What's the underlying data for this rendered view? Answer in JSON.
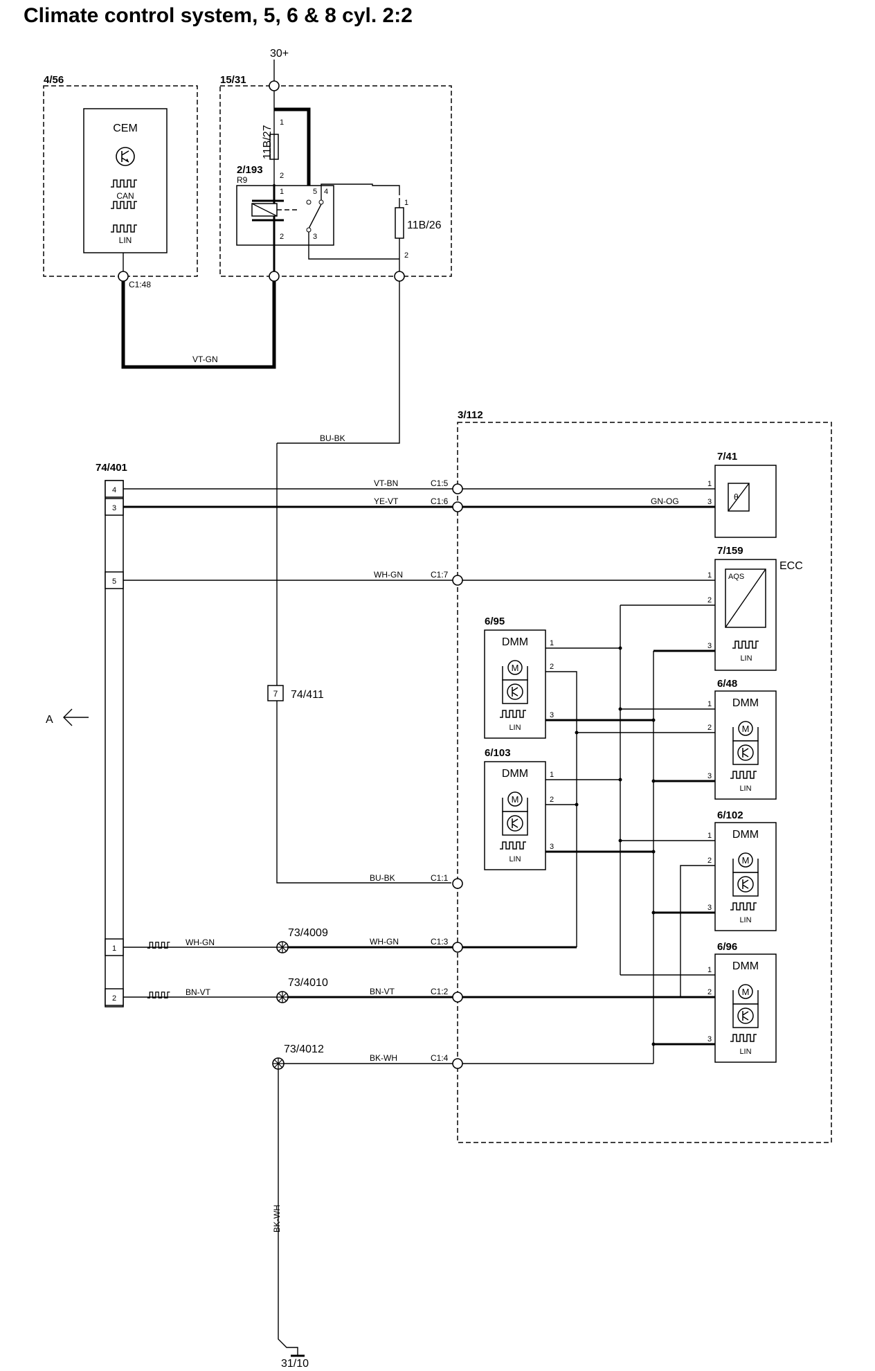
{
  "title": "Climate control system, 5, 6 & 8 cyl. 2:2",
  "supply_label": "30+",
  "ground_label": "31/10",
  "cem": {
    "ref": "4/56",
    "name": "CEM",
    "can": "CAN",
    "lin": "LIN",
    "connector": "C1:48"
  },
  "relay_box": {
    "ref": "15/31",
    "fuse1": "11B/27",
    "relay": "2/193",
    "relay_id": "R9",
    "fuse2": "11B/26"
  },
  "wires": {
    "vt_gn": "VT-GN",
    "bu_bk_top": "BU-BK",
    "vt_bn": "VT-BN",
    "ye_vt": "YE-VT",
    "gn_og": "GN-OG",
    "wh_gn": "WH-GN",
    "bu_bk": "BU-BK",
    "wh_gn_lin": "WH-GN",
    "bn_vt_lin": "BN-VT",
    "wh_gn2": "WH-GN",
    "bn_vt2": "BN-VT",
    "bk_wh": "BK-WH",
    "bk_wh_vert": "BK-WH"
  },
  "ecc_box": {
    "ref": "3/112",
    "name": "ECC"
  },
  "connectors": {
    "c15": "C1:5",
    "c16": "C1:6",
    "c17": "C1:7",
    "c11": "C1:1",
    "c13": "C1:3",
    "c12": "C1:2",
    "c14": "C1:4"
  },
  "connector_block": {
    "ref": "74/401",
    "pins": [
      "4",
      "3",
      "5",
      "1",
      "2"
    ]
  },
  "splice": {
    "ref": "74/411",
    "pin": "7"
  },
  "splices": [
    "73/4009",
    "73/4010",
    "73/4012"
  ],
  "sensors": {
    "temp": "7/41",
    "aqs_ref": "7/159",
    "aqs": "AQS",
    "lin": "LIN"
  },
  "motors": [
    {
      "ref": "6/95",
      "name": "DMM",
      "lin": "LIN"
    },
    {
      "ref": "6/103",
      "name": "DMM",
      "lin": "LIN"
    },
    {
      "ref": "6/48",
      "name": "DMM",
      "lin": "LIN"
    },
    {
      "ref": "6/102",
      "name": "DMM",
      "lin": "LIN"
    },
    {
      "ref": "6/96",
      "name": "DMM",
      "lin": "LIN"
    }
  ],
  "arrow_label": "A",
  "pin_numbers": [
    "1",
    "2",
    "3",
    "4",
    "5"
  ]
}
